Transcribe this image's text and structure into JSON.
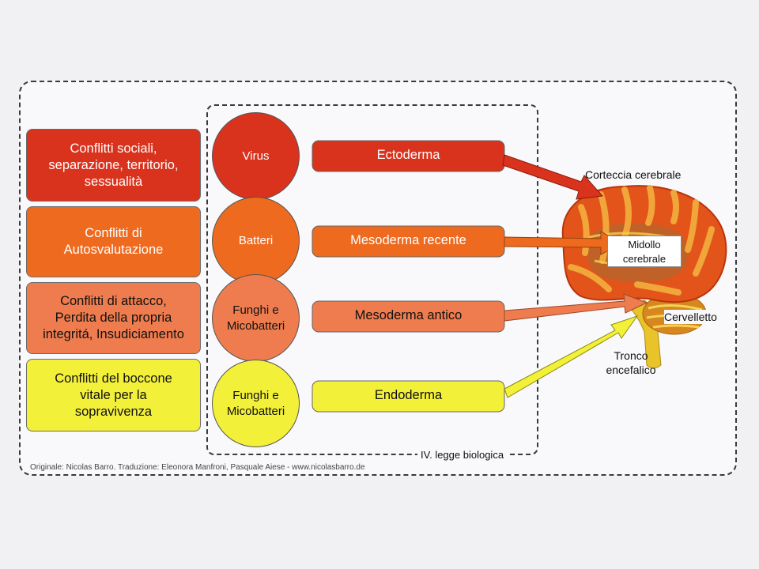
{
  "conflicts": [
    {
      "text": "Conflitti sociali,\nseparazione, territorio,\nsessualità",
      "color": "#d9331d",
      "text_color": "#ffffff"
    },
    {
      "text": "Conflitti di\nAutosvalutazione",
      "color": "#ee6a1f",
      "text_color": "#ffffff"
    },
    {
      "text": "Conflitti di attacco,\nPerdita della propria\nintegritá, Insudiciamento",
      "color": "#ef7c4e",
      "text_color": "#111111"
    },
    {
      "text": "Conflitti del boccone\nvitale per la\nsopravivenza",
      "color": "#f3f03a",
      "text_color": "#111111"
    }
  ],
  "microbes": [
    {
      "text": "Virus",
      "color": "#d9331d",
      "text_color": "#ffffff"
    },
    {
      "text": "Batteri",
      "color": "#ee6a1f",
      "text_color": "#ffffff"
    },
    {
      "text": "Funghi e\nMicobatteri",
      "color": "#ef7c4e",
      "text_color": "#111111"
    },
    {
      "text": "Funghi e\nMicobatteri",
      "color": "#f3f03a",
      "text_color": "#111111"
    }
  ],
  "tissues": [
    {
      "text": "Ectoderma",
      "color": "#d9331d",
      "text_color": "#ffffff"
    },
    {
      "text": "Mesoderma recente",
      "color": "#ee6a1f",
      "text_color": "#ffffff"
    },
    {
      "text": "Mesoderma antico",
      "color": "#ef7c4e",
      "text_color": "#111111"
    },
    {
      "text": "Endoderma",
      "color": "#f3f03a",
      "text_color": "#111111"
    }
  ],
  "brain_labels": {
    "corteccia": "Corteccia cerebrale",
    "midollo": "Midollo\ncerebrale",
    "cervelletto": "Cervelletto",
    "tronco": "Tronco\nencefalico"
  },
  "inner_label": "IV. legge biologica",
  "footer": "Originale:  Nicolas Barro. Traduzione: Eleonora Manfroni, Pasquale Aiese - www.nicolasbarro.de"
}
